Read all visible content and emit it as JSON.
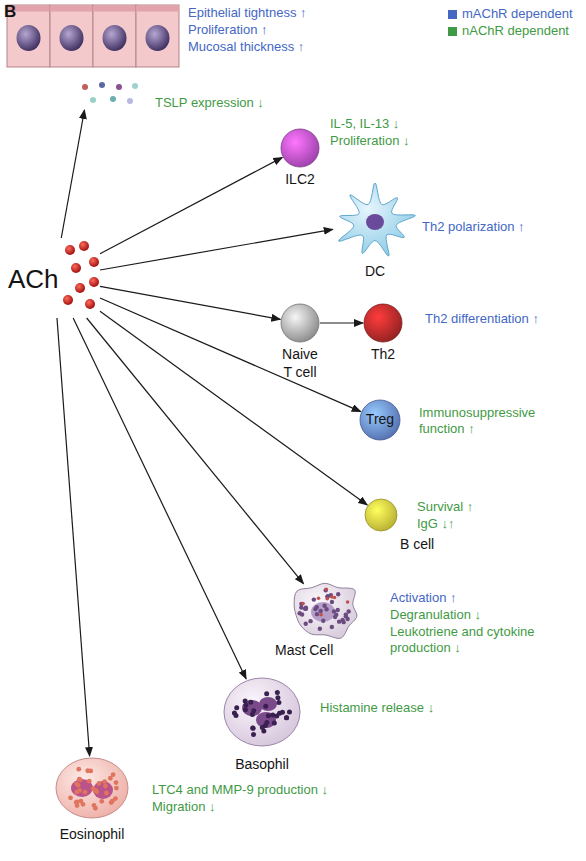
{
  "diagram": {
    "nodes": [
      {
        "text": [
          "ACh"
        ]
      },
      {
        "text": [
          "Epithelial tightness ↑",
          "Proliferation ↑",
          "Mucosal thickness ↑",
          "TSLP expression ↓"
        ]
      },
      {
        "text": [
          "ILC2",
          "IL-5, IL-13 ↓",
          "Proliferation ↓"
        ]
      },
      {
        "text": [
          "DC",
          "Th2 polarization ↑"
        ]
      },
      {
        "text": [
          "Naive T cell"
        ]
      },
      {
        "text": [
          "Th2",
          "Th2 differentiation ↑"
        ]
      },
      {
        "text": [
          "Treg",
          "Immunosuppressive function ↑"
        ]
      },
      {
        "text": [
          "B cell",
          "Survival ↑",
          "IgG ↓↑"
        ]
      },
      {
        "text": [
          "Mast Cell",
          "Activation ↑",
          "Degranulation ↓",
          "Leukotriene and cytokine production ↓"
        ]
      },
      {
        "text": [
          "Basophil",
          "Histamine release ↓"
        ]
      },
      {
        "text": [
          "Eosinophil",
          "LTC4 and MMP-9 production ↓",
          "Migration ↓"
        ]
      }
    ],
    "edges": [
      {
        "from": 0,
        "to": 1,
        "arrow": "to"
      },
      {
        "from": 0,
        "to": 2,
        "arrow": "to"
      },
      {
        "from": 0,
        "to": 3,
        "arrow": "to"
      },
      {
        "from": 0,
        "to": 4,
        "arrow": "to"
      },
      {
        "from": 4,
        "to": 5,
        "arrow": "to"
      },
      {
        "from": 0,
        "to": 6,
        "arrow": "to"
      },
      {
        "from": 0,
        "to": 7,
        "arrow": "to"
      },
      {
        "from": 0,
        "to": 8,
        "arrow": "to"
      },
      {
        "from": 0,
        "to": 9,
        "arrow": "to"
      },
      {
        "from": 0,
        "to": 10,
        "arrow": "to"
      }
    ],
    "labels": [
      "B"
    ],
    "legend": [
      {
        "text": "mAChR dependent",
        "color": "#4467c4"
      },
      {
        "text": "nAChR dependent",
        "color": "#3f9a45"
      }
    ]
  }
}
